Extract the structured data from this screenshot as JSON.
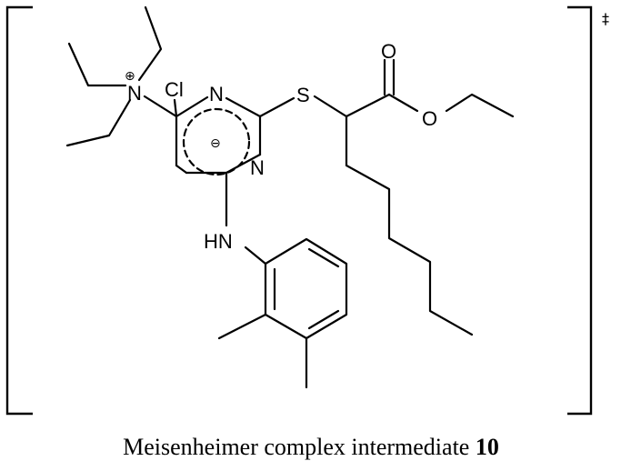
{
  "structure": {
    "atoms": {
      "n_ammonium": "N",
      "ammonium_charge": "⊕",
      "cl": "Cl",
      "n_ring_top": "N",
      "n_ring_right": "N",
      "ring_charge": "⊖",
      "s": "S",
      "o_carbonyl": "O",
      "o_ester": "O",
      "hn": "HN"
    },
    "transition_state_mark": "‡"
  },
  "caption": {
    "text": "Meisenheimer complex intermediate ",
    "number": "10"
  }
}
